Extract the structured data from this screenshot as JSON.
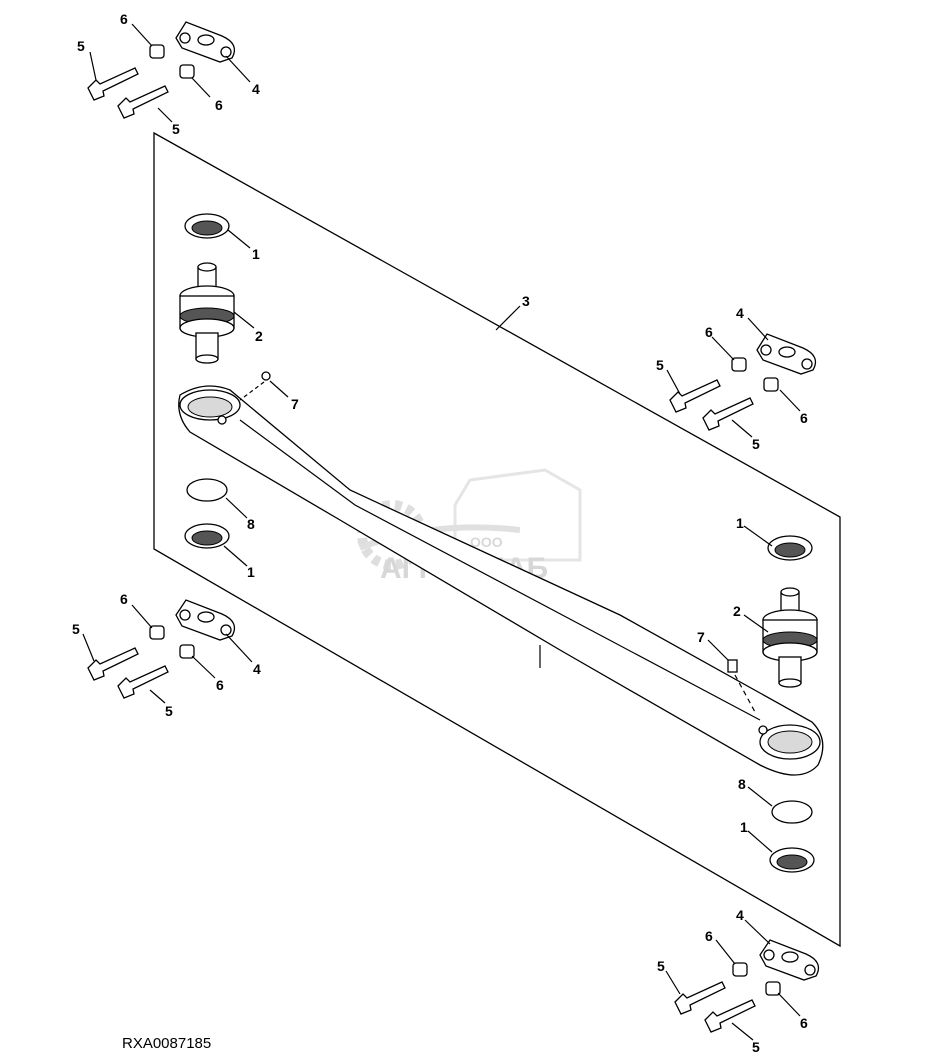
{
  "figure_id": "RXA0087185",
  "watermark": {
    "line1": "ООО",
    "line2": "АГРОСНАБ"
  },
  "callouts": {
    "tl_6": "6",
    "tl_5a": "5",
    "tl_4": "4",
    "tl_6b": "6",
    "tl_5b": "5",
    "seal_top": "1",
    "joint_top": "2",
    "rod": "3",
    "grease_top": "7",
    "ring_top": "8",
    "seal_top2": "1",
    "r_4": "4",
    "r_6": "6",
    "r_5a": "5",
    "r_6b": "6",
    "r_5b": "5",
    "bl_6": "6",
    "bl_5a": "5",
    "bl_4": "4",
    "bl_6b": "6",
    "bl_5b": "5",
    "seal_right": "1",
    "joint_right": "2",
    "grease_right": "7",
    "ring_right": "8",
    "seal_right2": "1",
    "br_4": "4",
    "br_6": "6",
    "br_5a": "5",
    "br_6b": "6",
    "br_5b": "5"
  }
}
